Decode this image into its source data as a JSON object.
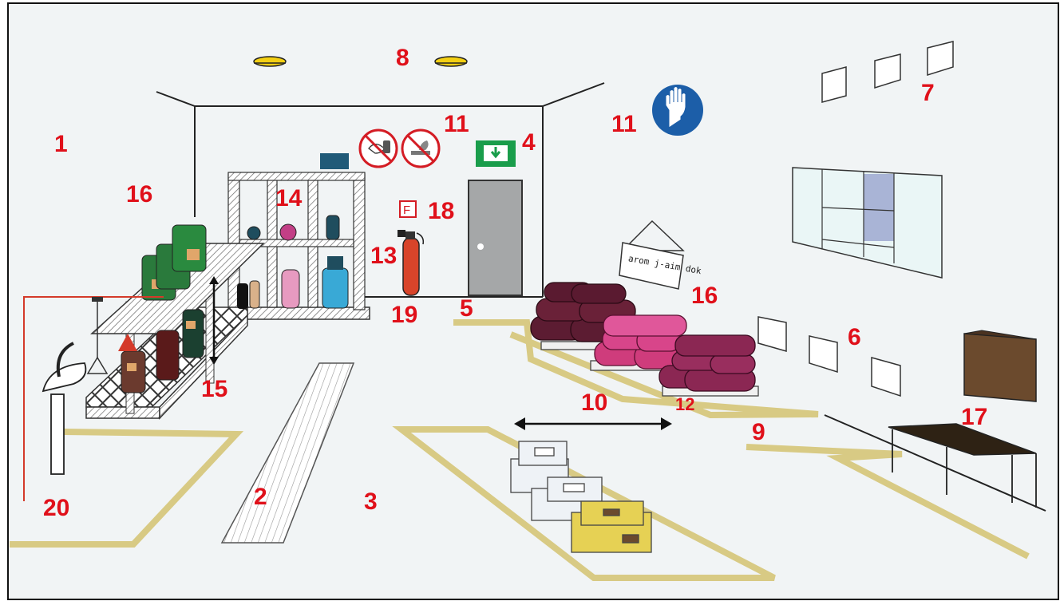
{
  "labels": {
    "n1": "1",
    "n2": "2",
    "n3": "3",
    "n4": "4",
    "n5": "5",
    "n6": "6",
    "n7": "7",
    "n8": "8",
    "n9": "9",
    "n10": "10",
    "n11a": "11",
    "n11b": "11",
    "n12": "12",
    "n13": "13",
    "n14": "14",
    "n15": "15",
    "n16a": "16",
    "n16b": "16",
    "n17": "17",
    "n18": "18",
    "n19": "19",
    "n20": "20"
  },
  "hanging_sign_text": "arom j-aim dok",
  "fire_marker_text": "F",
  "icons": [
    "no-washing-sign-icon",
    "no-smoking-sign-icon",
    "emergency-exit-sign-icon",
    "gloves-required-sign-icon",
    "fire-extinguisher-icon",
    "ceiling-light-icon"
  ],
  "colors": {
    "background": "#f1f4f5",
    "floor_tape": "#d8ca84",
    "number_red": "#e0101a",
    "exit_green": "#1a9d4b",
    "mandatory_blue": "#1c5ea8",
    "door_gray": "#a5a7a8",
    "sack_dark": "#6a2138",
    "sack_pink": "#cf3c7c",
    "sack_maroon": "#8b2753",
    "box_yellow": "#e6d154",
    "cabinet_brown": "#6b4a2d"
  }
}
